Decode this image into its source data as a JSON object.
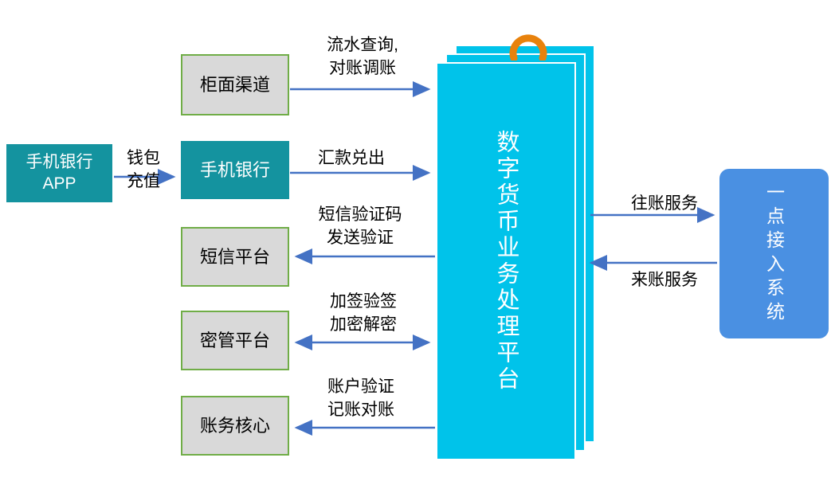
{
  "nodes": {
    "mobile_app": {
      "label": "手机银行\nAPP"
    },
    "counter_channel": {
      "label": "柜面渠道"
    },
    "mobile_banking": {
      "label": "手机银行"
    },
    "sms_platform": {
      "label": "短信平台"
    },
    "key_mgmt_platform": {
      "label": "密管平台"
    },
    "accounting_core": {
      "label": "账务核心"
    },
    "central_platform": {
      "label": "数字货币业务处理平台"
    },
    "access_system": {
      "label": "一点接入系统"
    }
  },
  "edge_labels": {
    "wallet_recharge": "钱包\n充值",
    "flow_query": "流水查询,\n对账调账",
    "remittance_out": "汇款兑出",
    "sms_verification": "短信验证码\n发送验证",
    "sign_encrypt": "加签验签\n加密解密",
    "account_verify": "账户验证\n记账对账",
    "outgoing_service": "往账服务",
    "incoming_service": "来账服务"
  },
  "colors": {
    "teal_box": "#14939F",
    "gray_box_fill": "#D9D9D9",
    "green_border": "#70AD47",
    "platform_cyan": "#00C3EA",
    "access_blue": "#4A90E2",
    "arrow_blue": "#4472C4",
    "orange_icon": "#E8820C"
  }
}
